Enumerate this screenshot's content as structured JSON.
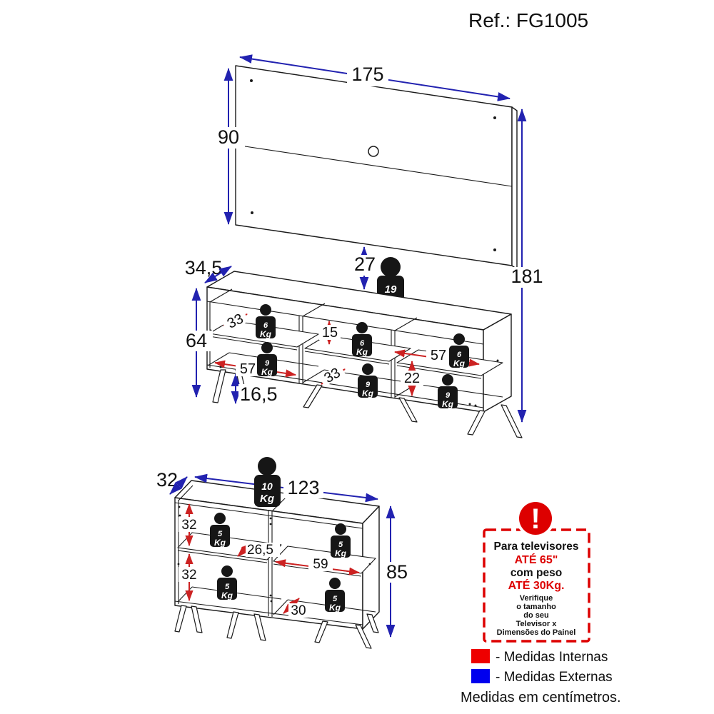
{
  "title": "Ref.: FG1005",
  "units_cm_note": "Medidas em centímetros.",
  "panel": {
    "width": "175",
    "height": "90",
    "gap_to_stand": "27",
    "total_height": "181",
    "max_weight": "19",
    "unit": "Kg"
  },
  "stand": {
    "depth": "34,5",
    "height": "64",
    "leg_height": "16,5",
    "shelf_depth_top_left": "33",
    "shelf_height_top_middle": "15",
    "shelf_width_top_right": "57",
    "shelf_width_bottom_left": "57",
    "shelf_depth_bottom_middle": "33",
    "shelf_height_bottom_right": "22",
    "shelf_weight_top": "6",
    "shelf_weight_bottom": "9",
    "unit": "Kg"
  },
  "cabinet": {
    "depth": "32",
    "width": "123",
    "height": "85",
    "top_weight": "10",
    "shelf_weight": "5",
    "inner_height_top_left": "32",
    "inner_height_bottom_left": "32",
    "shelf_depth_middle": "26,5",
    "shelf_width_right": "59",
    "shelf_depth_bottom": "30",
    "unit": "Kg"
  },
  "warning": {
    "line1": "Para televisores",
    "line2": "ATÉ 65\"",
    "line3": "com peso",
    "line4": "ATÉ 30Kg.",
    "note1": "Verifique",
    "note2": "o tamanho",
    "note3": "do seu",
    "note4": "Televisor x",
    "note5": "Dimensões do Painel"
  },
  "legend": {
    "internal_label": "- Medidas Internas",
    "external_label": "- Medidas Externas",
    "internal_color": "#EE0000",
    "external_color": "#0000EE",
    "arrow_internal_color": "#CC2222",
    "arrow_external_color": "#2222B0"
  }
}
